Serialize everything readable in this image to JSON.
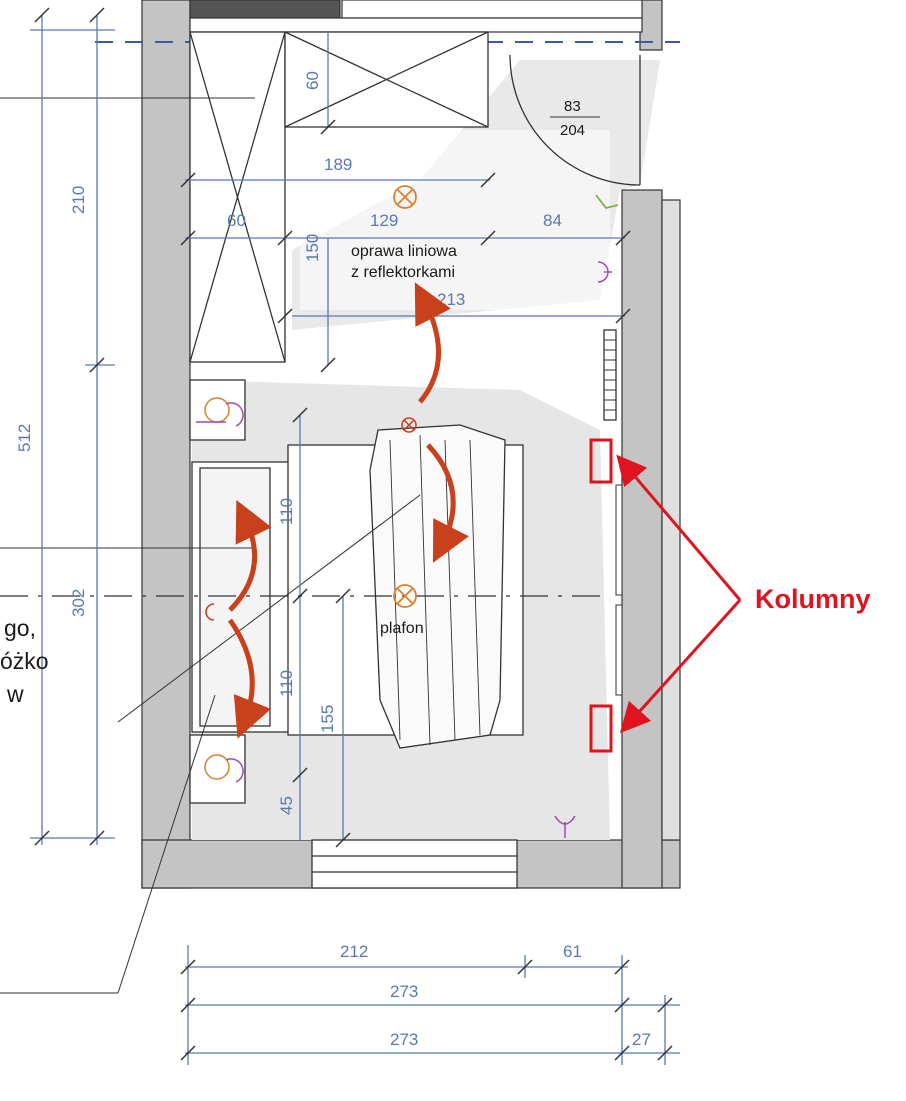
{
  "dimensions": {
    "d210": "210",
    "d512": "512",
    "d302": "302",
    "d60_top": "60",
    "d189": "189",
    "d60": "60",
    "d150": "150",
    "d129": "129",
    "d84": "84",
    "d213": "213",
    "d110_top": "110",
    "d110_bottom": "110",
    "d155": "155",
    "d45": "45",
    "door_width": "83",
    "door_height": "204",
    "d212": "212",
    "d61": "61",
    "d273_a": "273",
    "d273_b": "273",
    "d27": "27"
  },
  "labels": {
    "linear_fixture_line1": "oprawa liniowa",
    "linear_fixture_line2": "z reflektorkami",
    "ceiling_lamp": "plafon",
    "columns": "Kolumny",
    "cut_text_1": "go,",
    "cut_text_2": "óżko",
    "cut_text_3": "w"
  },
  "colors": {
    "wall": "#c4c4c4",
    "floor_shade": "#e6e6e6",
    "dimension": "#5a78b4",
    "arrow_brown": "#c9401c",
    "annotation_red": "#e0141e",
    "lamp_orange": "#d9822b",
    "socket_purple": "#a04ab4",
    "switch_green": "#7ab43c"
  }
}
